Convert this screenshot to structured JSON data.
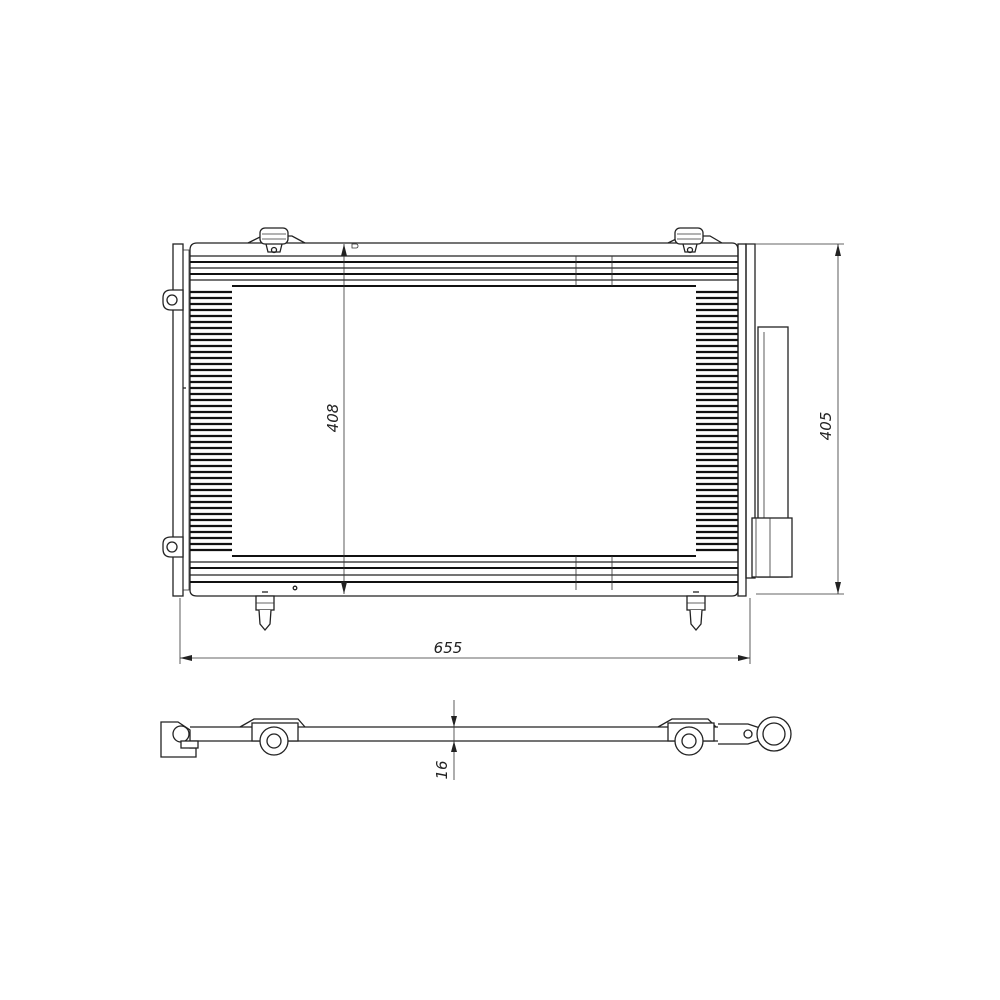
{
  "drawing": {
    "dimensions": {
      "width": "655",
      "core_height": "408",
      "overall_height": "405",
      "thickness": "16"
    }
  },
  "colors": {
    "line": "#222222",
    "background": "#ffffff"
  }
}
